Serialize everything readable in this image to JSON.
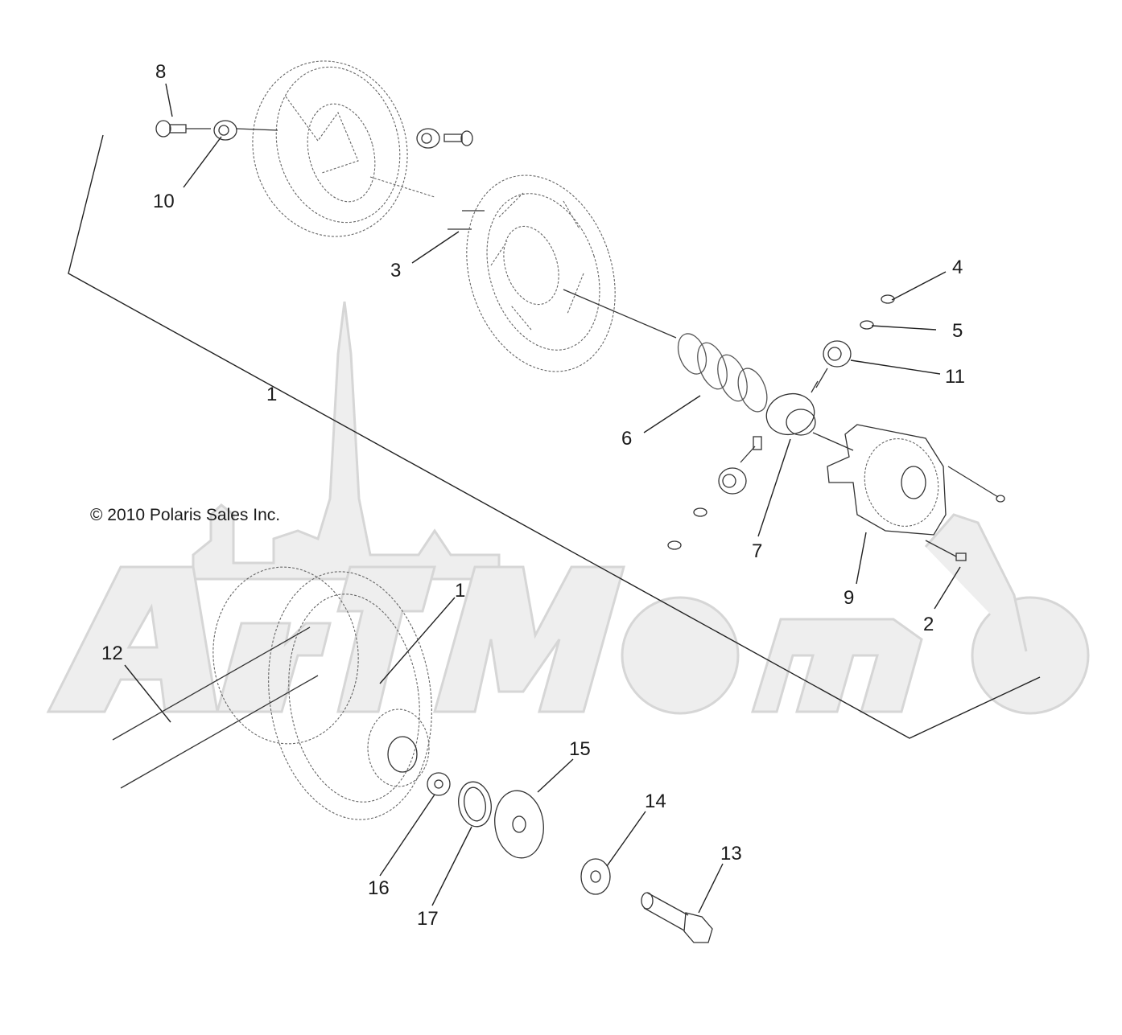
{
  "copyright": "© 2010 Polaris Sales Inc.",
  "watermark": {
    "text": "ArtMoto",
    "color": "#e6e6e6"
  },
  "callouts": [
    {
      "id": "8",
      "label": "8"
    },
    {
      "id": "10",
      "label": "10"
    },
    {
      "id": "3",
      "label": "3"
    },
    {
      "id": "4",
      "label": "4"
    },
    {
      "id": "5",
      "label": "5"
    },
    {
      "id": "11",
      "label": "11"
    },
    {
      "id": "1a",
      "label": "1"
    },
    {
      "id": "6",
      "label": "6"
    },
    {
      "id": "7",
      "label": "7"
    },
    {
      "id": "9",
      "label": "9"
    },
    {
      "id": "2",
      "label": "2"
    },
    {
      "id": "1b",
      "label": "1"
    },
    {
      "id": "12",
      "label": "12"
    },
    {
      "id": "15",
      "label": "15"
    },
    {
      "id": "14",
      "label": "14"
    },
    {
      "id": "13",
      "label": "13"
    },
    {
      "id": "16",
      "label": "16"
    },
    {
      "id": "17",
      "label": "17"
    }
  ]
}
